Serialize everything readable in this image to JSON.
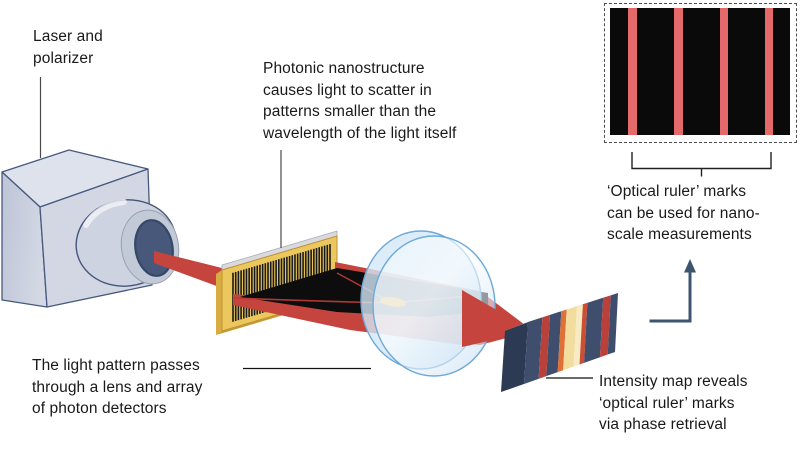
{
  "figure_title": "Optical ruler nanoscale measurement diagram",
  "labels": {
    "laser": {
      "lines": [
        "Laser and",
        "polarizer"
      ]
    },
    "nanostructure": {
      "lines": [
        "Photonic nanostructure",
        "causes light to scatter in",
        "patterns smaller than the",
        "wavelength of the light itself"
      ]
    },
    "detector_path": {
      "lines": [
        "The light pattern passes",
        "through a lens and array",
        "of photon detectors"
      ]
    },
    "optical_ruler": {
      "lines": [
        "‘Optical ruler’ marks",
        "can be used for nano-",
        "scale measurements"
      ]
    },
    "intensity_map": {
      "lines": [
        "Intensity map reveals",
        "‘optical ruler’ marks",
        "via phase retrieval"
      ]
    }
  },
  "colors": {
    "beam_red": "#c5453e",
    "beam_line_red": "#b83a34",
    "scatter_black": "#0d0d0d",
    "gold_frame": "#ebc75e",
    "gold_dark": "#c79934",
    "gold_side": "#d9ad41",
    "silver_top": "#d8dade",
    "laser_top": "#dde2ec",
    "laser_front": "#c7cddc",
    "laser_right": "#d2d7e3",
    "laser_outline": "#47597d",
    "barrel": "#cdd3e0",
    "barrel_rim": "#c3cad7",
    "aperture": "#47587a",
    "lens_stroke": "#6ea9d8",
    "lens_fill": "#d3e9f8",
    "focus_spot": "#f2ecda",
    "arrow": "#3e5570",
    "text": "#191919"
  },
  "grating": {
    "stripe_count": 36,
    "stripe_color": "#1a1a1a"
  },
  "detector": {
    "stripes": [
      {
        "color": "#3e4e6c",
        "light": "#8792a8",
        "w": 0.16
      },
      {
        "color": "#b9413a",
        "light": "#d38b82",
        "w": 0.085
      },
      {
        "color": "#3e4e6c",
        "light": "#8792a8",
        "w": 0.125
      },
      {
        "color": "#df7038",
        "light": "#ecac83",
        "w": 0.06
      },
      {
        "color": "#f3dd9e",
        "light": "#f7ecc8",
        "w": 0.115
      },
      {
        "color": "#f8ebc4",
        "light": "#fbf3da",
        "w": 0.065
      },
      {
        "color": "#cc4f35",
        "light": "#e0927d",
        "w": 0.05
      },
      {
        "color": "#3e4e6c",
        "light": "#8792a8",
        "w": 0.175
      },
      {
        "color": "#b9413a",
        "light": "#d38b82",
        "w": 0.085
      },
      {
        "color": "#3e4e6c",
        "light": "#8792a8",
        "w": 0.08
      }
    ],
    "side_color": "#2c3a54"
  },
  "ruler_inset": {
    "stripe_color": "#e4696a",
    "stripe_width": 8.6,
    "stripe_centers": [
      22.5,
      68.5,
      114,
      159
    ]
  }
}
